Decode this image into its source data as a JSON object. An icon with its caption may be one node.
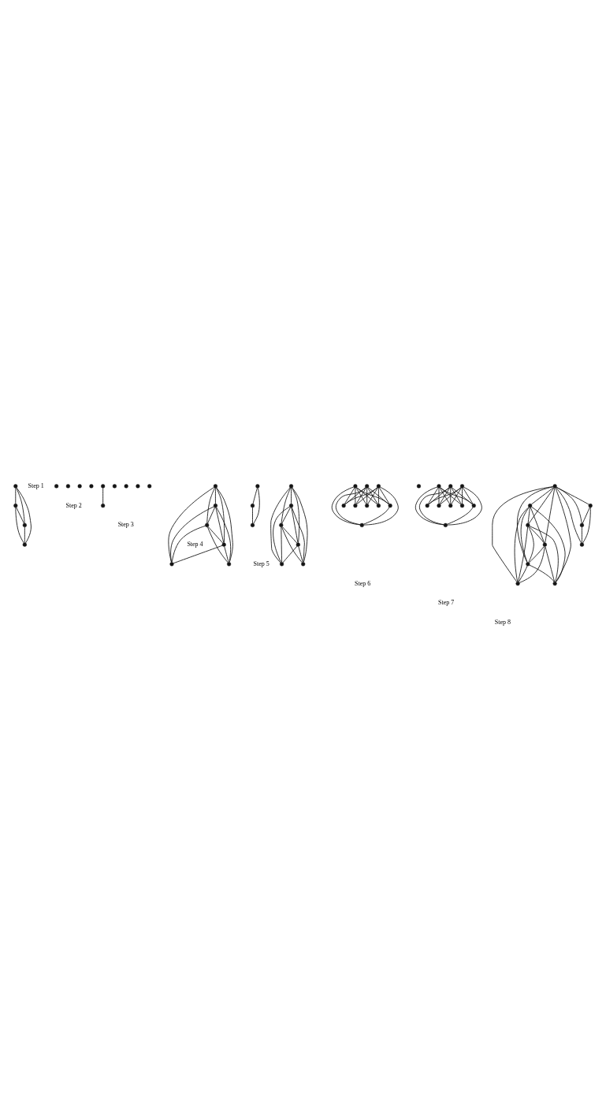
{
  "diagram": {
    "nodes": [
      {
        "text": [],
        "shape": "circle"
      },
      {
        "text": [],
        "shape": "circle"
      },
      {
        "text": [],
        "shape": "circle"
      },
      {
        "text": [],
        "shape": "circle"
      },
      {
        "text": [],
        "shape": "circle"
      },
      {
        "text": [],
        "shape": "circle"
      },
      {
        "text": [],
        "shape": "circle"
      },
      {
        "text": [],
        "shape": "circle"
      },
      {
        "text": [],
        "shape": "circle"
      },
      {
        "text": [],
        "shape": "circle"
      },
      {
        "text": [],
        "shape": "circle"
      },
      {
        "text": [],
        "shape": "circle"
      },
      {
        "text": [],
        "shape": "circle"
      },
      {
        "text": [],
        "shape": "circle"
      },
      {
        "text": [],
        "shape": "circle"
      },
      {
        "text": [],
        "shape": "circle"
      },
      {
        "text": [],
        "shape": "circle"
      },
      {
        "text": [],
        "shape": "circle"
      },
      {
        "text": [],
        "shape": "circle"
      },
      {
        "text": [],
        "shape": "circle"
      },
      {
        "text": [],
        "shape": "circle"
      },
      {
        "text": [],
        "shape": "circle"
      },
      {
        "text": [],
        "shape": "circle"
      },
      {
        "text": [],
        "shape": "circle"
      },
      {
        "text": [],
        "shape": "circle"
      },
      {
        "text": [],
        "shape": "circle"
      },
      {
        "text": [],
        "shape": "circle"
      },
      {
        "text": [],
        "shape": "circle"
      },
      {
        "text": [],
        "shape": "circle"
      },
      {
        "text": [],
        "shape": "circle"
      },
      {
        "text": [],
        "shape": "circle"
      },
      {
        "text": [],
        "shape": "circle"
      },
      {
        "text": [],
        "shape": "circle"
      },
      {
        "text": [],
        "shape": "circle"
      },
      {
        "text": [],
        "shape": "circle"
      },
      {
        "text": [],
        "shape": "circle"
      },
      {
        "text": [],
        "shape": "circle"
      },
      {
        "text": [],
        "shape": "circle"
      },
      {
        "text": [],
        "shape": "circle"
      },
      {
        "text": [],
        "shape": "circle"
      },
      {
        "text": [],
        "shape": "circle"
      },
      {
        "text": [],
        "shape": "circle"
      },
      {
        "text": [],
        "shape": "circle"
      },
      {
        "text": [],
        "shape": "circle"
      },
      {
        "text": [],
        "shape": "circle"
      },
      {
        "text": [],
        "shape": "circle"
      },
      {
        "text": [],
        "shape": "circle"
      },
      {
        "text": [],
        "shape": "circle"
      },
      {
        "text": [],
        "shape": "circle"
      },
      {
        "text": [],
        "shape": "circle"
      },
      {
        "text": [],
        "shape": "circle"
      },
      {
        "text": [],
        "shape": "circle"
      },
      {
        "text": [],
        "shape": "circle"
      },
      {
        "text": [],
        "shape": "circle"
      },
      {
        "text": [],
        "shape": "circle"
      },
      {
        "text": [],
        "shape": "circle"
      },
      {
        "text": [],
        "shape": "circle"
      },
      {
        "text": [],
        "shape": "circle"
      }
    ],
    "edges": [
      {
        "from": 0,
        "to": 1,
        "arrow": "none"
      },
      {
        "from": 0,
        "to": 2,
        "arrow": "none"
      },
      {
        "from": 0,
        "to": 3,
        "arrow": "none"
      },
      {
        "from": 1,
        "to": 2,
        "arrow": "none"
      },
      {
        "from": 1,
        "to": 3,
        "arrow": "none"
      },
      {
        "from": 2,
        "to": 3,
        "arrow": "none"
      },
      {
        "from": 12,
        "to": 13,
        "arrow": "none"
      },
      {
        "from": 14,
        "to": 15,
        "arrow": "none"
      },
      {
        "from": 14,
        "to": 16,
        "arrow": "none"
      },
      {
        "from": 14,
        "to": 17,
        "arrow": "none"
      },
      {
        "from": 14,
        "to": 18,
        "arrow": "none"
      },
      {
        "from": 14,
        "to": 19,
        "arrow": "none"
      },
      {
        "from": 15,
        "to": 16,
        "arrow": "none"
      },
      {
        "from": 15,
        "to": 17,
        "arrow": "none"
      },
      {
        "from": 15,
        "to": 18,
        "arrow": "none"
      },
      {
        "from": 15,
        "to": 19,
        "arrow": "none"
      },
      {
        "from": 16,
        "to": 17,
        "arrow": "none"
      },
      {
        "from": 16,
        "to": 18,
        "arrow": "none"
      },
      {
        "from": 16,
        "to": 19,
        "arrow": "none"
      },
      {
        "from": 17,
        "to": 18,
        "arrow": "none"
      },
      {
        "from": 17,
        "to": 19,
        "arrow": "none"
      },
      {
        "from": 20,
        "to": 21,
        "arrow": "none"
      },
      {
        "from": 20,
        "to": 22,
        "arrow": "none"
      },
      {
        "from": 20,
        "to": 23,
        "arrow": "none"
      },
      {
        "from": 20,
        "to": 24,
        "arrow": "none"
      },
      {
        "from": 20,
        "to": 25,
        "arrow": "none"
      },
      {
        "from": 21,
        "to": 22,
        "arrow": "none"
      },
      {
        "from": 21,
        "to": 23,
        "arrow": "none"
      },
      {
        "from": 21,
        "to": 24,
        "arrow": "none"
      },
      {
        "from": 21,
        "to": 25,
        "arrow": "none"
      },
      {
        "from": 22,
        "to": 23,
        "arrow": "none"
      },
      {
        "from": 22,
        "to": 24,
        "arrow": "none"
      },
      {
        "from": 22,
        "to": 25,
        "arrow": "none"
      },
      {
        "from": 23,
        "to": 24,
        "arrow": "none"
      },
      {
        "from": 23,
        "to": 25,
        "arrow": "none"
      },
      {
        "from": 26,
        "to": 27,
        "arrow": "none"
      },
      {
        "from": 26,
        "to": 28,
        "arrow": "none"
      },
      {
        "from": 27,
        "to": 28,
        "arrow": "none"
      },
      {
        "from": 37,
        "to": 29,
        "arrow": "none"
      },
      {
        "from": 37,
        "to": 30,
        "arrow": "none"
      },
      {
        "from": 37,
        "to": 31,
        "arrow": "none"
      },
      {
        "from": 37,
        "to": 32,
        "arrow": "none"
      },
      {
        "from": 37,
        "to": 33,
        "arrow": "none"
      },
      {
        "from": 37,
        "to": 34,
        "arrow": "none"
      },
      {
        "from": 36,
        "to": 29,
        "arrow": "none"
      },
      {
        "from": 36,
        "to": 30,
        "arrow": "none"
      },
      {
        "from": 36,
        "to": 31,
        "arrow": "none"
      },
      {
        "from": 36,
        "to": 32,
        "arrow": "none"
      },
      {
        "from": 36,
        "to": 33,
        "arrow": "none"
      },
      {
        "from": 36,
        "to": 34,
        "arrow": "none"
      },
      {
        "from": 35,
        "to": 29,
        "arrow": "none"
      },
      {
        "from": 35,
        "to": 30,
        "arrow": "none"
      },
      {
        "from": 35,
        "to": 31,
        "arrow": "none"
      },
      {
        "from": 35,
        "to": 32,
        "arrow": "none"
      },
      {
        "from": 35,
        "to": 33,
        "arrow": "none"
      },
      {
        "from": 35,
        "to": 34,
        "arrow": "none"
      },
      {
        "from": 33,
        "to": 34,
        "arrow": "none"
      },
      {
        "from": 46,
        "to": 38,
        "arrow": "none"
      },
      {
        "from": 46,
        "to": 39,
        "arrow": "none"
      },
      {
        "from": 46,
        "to": 40,
        "arrow": "none"
      },
      {
        "from": 46,
        "to": 41,
        "arrow": "none"
      },
      {
        "from": 46,
        "to": 42,
        "arrow": "none"
      },
      {
        "from": 46,
        "to": 43,
        "arrow": "none"
      },
      {
        "from": 45,
        "to": 38,
        "arrow": "none"
      },
      {
        "from": 45,
        "to": 39,
        "arrow": "none"
      },
      {
        "from": 45,
        "to": 40,
        "arrow": "none"
      },
      {
        "from": 45,
        "to": 41,
        "arrow": "none"
      },
      {
        "from": 45,
        "to": 42,
        "arrow": "none"
      },
      {
        "from": 45,
        "to": 43,
        "arrow": "none"
      },
      {
        "from": 44,
        "to": 38,
        "arrow": "none"
      },
      {
        "from": 44,
        "to": 39,
        "arrow": "none"
      },
      {
        "from": 44,
        "to": 40,
        "arrow": "none"
      },
      {
        "from": 44,
        "to": 41,
        "arrow": "none"
      },
      {
        "from": 44,
        "to": 42,
        "arrow": "none"
      },
      {
        "from": 44,
        "to": 43,
        "arrow": "none"
      },
      {
        "from": 42,
        "to": 43,
        "arrow": "none"
      },
      {
        "from": 57,
        "to": 48,
        "arrow": "none"
      },
      {
        "from": 57,
        "to": 49,
        "arrow": "none"
      },
      {
        "from": 57,
        "to": 50,
        "arrow": "none"
      },
      {
        "from": 57,
        "to": 51,
        "arrow": "none"
      },
      {
        "from": 57,
        "to": 52,
        "arrow": "none"
      },
      {
        "from": 57,
        "to": 53,
        "arrow": "none"
      },
      {
        "from": 48,
        "to": 49,
        "arrow": "none"
      },
      {
        "from": 48,
        "to": 50,
        "arrow": "none"
      },
      {
        "from": 48,
        "to": 51,
        "arrow": "none"
      },
      {
        "from": 48,
        "to": 52,
        "arrow": "none"
      },
      {
        "from": 48,
        "to": 53,
        "arrow": "none"
      },
      {
        "from": 49,
        "to": 50,
        "arrow": "none"
      },
      {
        "from": 49,
        "to": 51,
        "arrow": "none"
      },
      {
        "from": 49,
        "to": 52,
        "arrow": "none"
      },
      {
        "from": 49,
        "to": 53,
        "arrow": "none"
      },
      {
        "from": 50,
        "to": 51,
        "arrow": "none"
      },
      {
        "from": 50,
        "to": 52,
        "arrow": "none"
      },
      {
        "from": 50,
        "to": 53,
        "arrow": "none"
      },
      {
        "from": 51,
        "to": 52,
        "arrow": "none"
      },
      {
        "from": 51,
        "to": 53,
        "arrow": "none"
      },
      {
        "from": 57,
        "to": 56,
        "arrow": "none"
      },
      {
        "from": 57,
        "to": 55,
        "arrow": "none"
      },
      {
        "from": 57,
        "to": 54,
        "arrow": "none"
      },
      {
        "from": 56,
        "to": 55,
        "arrow": "none"
      },
      {
        "from": 56,
        "to": 54,
        "arrow": "none"
      },
      {
        "from": 55,
        "to": 54,
        "arrow": "none"
      }
    ],
    "labels": [
      "Step 1",
      "Step 2",
      "Step 3",
      "Step 4",
      "Step 5",
      "Step 6",
      "Step 7",
      "Step 8"
    ]
  }
}
